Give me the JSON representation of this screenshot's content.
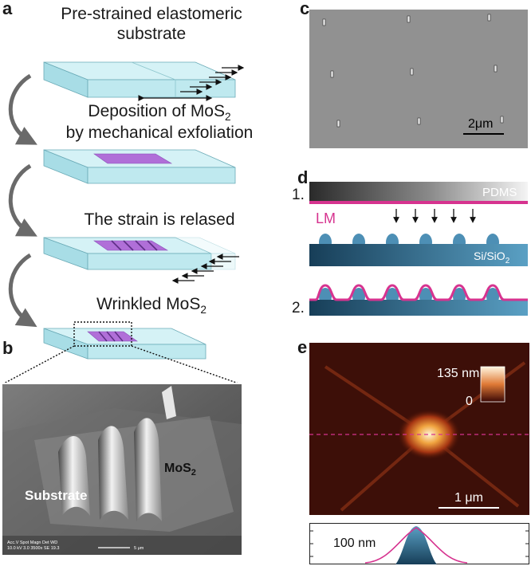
{
  "panels": {
    "a": {
      "letter": "a"
    },
    "b": {
      "letter": "b"
    },
    "c": {
      "letter": "c"
    },
    "d": {
      "letter": "d"
    },
    "e": {
      "letter": "e"
    }
  },
  "steps": {
    "step1_line1": "Pre-strained elastomeric",
    "step1_line2": "substrate",
    "step2_line1_prefix": "Deposition of MoS",
    "step2_line1_sub": "2",
    "step2_line2": "by mechanical exfoliation",
    "step3": "The strain is relased",
    "step4_prefix": "Wrinkled MoS",
    "step4_sub": "2"
  },
  "sem_b": {
    "mos2_prefix": "MoS",
    "mos2_sub": "2",
    "substrate": "Substrate",
    "info_header": "Acc.V  Spot Magn    Det  WD",
    "info_values": "10.0 kV 3.0   3500x   SE  19.3",
    "scale": "5 μm"
  },
  "sem_c": {
    "scale": "2μm"
  },
  "schematic_d": {
    "step1": "1.",
    "step2": "2.",
    "pdms": "PDMS",
    "lm": "LM",
    "si_prefix": "Si/SiO",
    "si_sub": "2"
  },
  "afm_e": {
    "colorbar_max": "135 nm",
    "colorbar_min": "0",
    "scale": "1 μm",
    "profile_label": "100 nm"
  },
  "colors": {
    "substrate_fill": "#bfe9ef",
    "mos2": "#b06fd8",
    "lm": "#d6338f",
    "si_dark": "#1f4e6e",
    "arrow_grey": "#6a6a6a"
  }
}
